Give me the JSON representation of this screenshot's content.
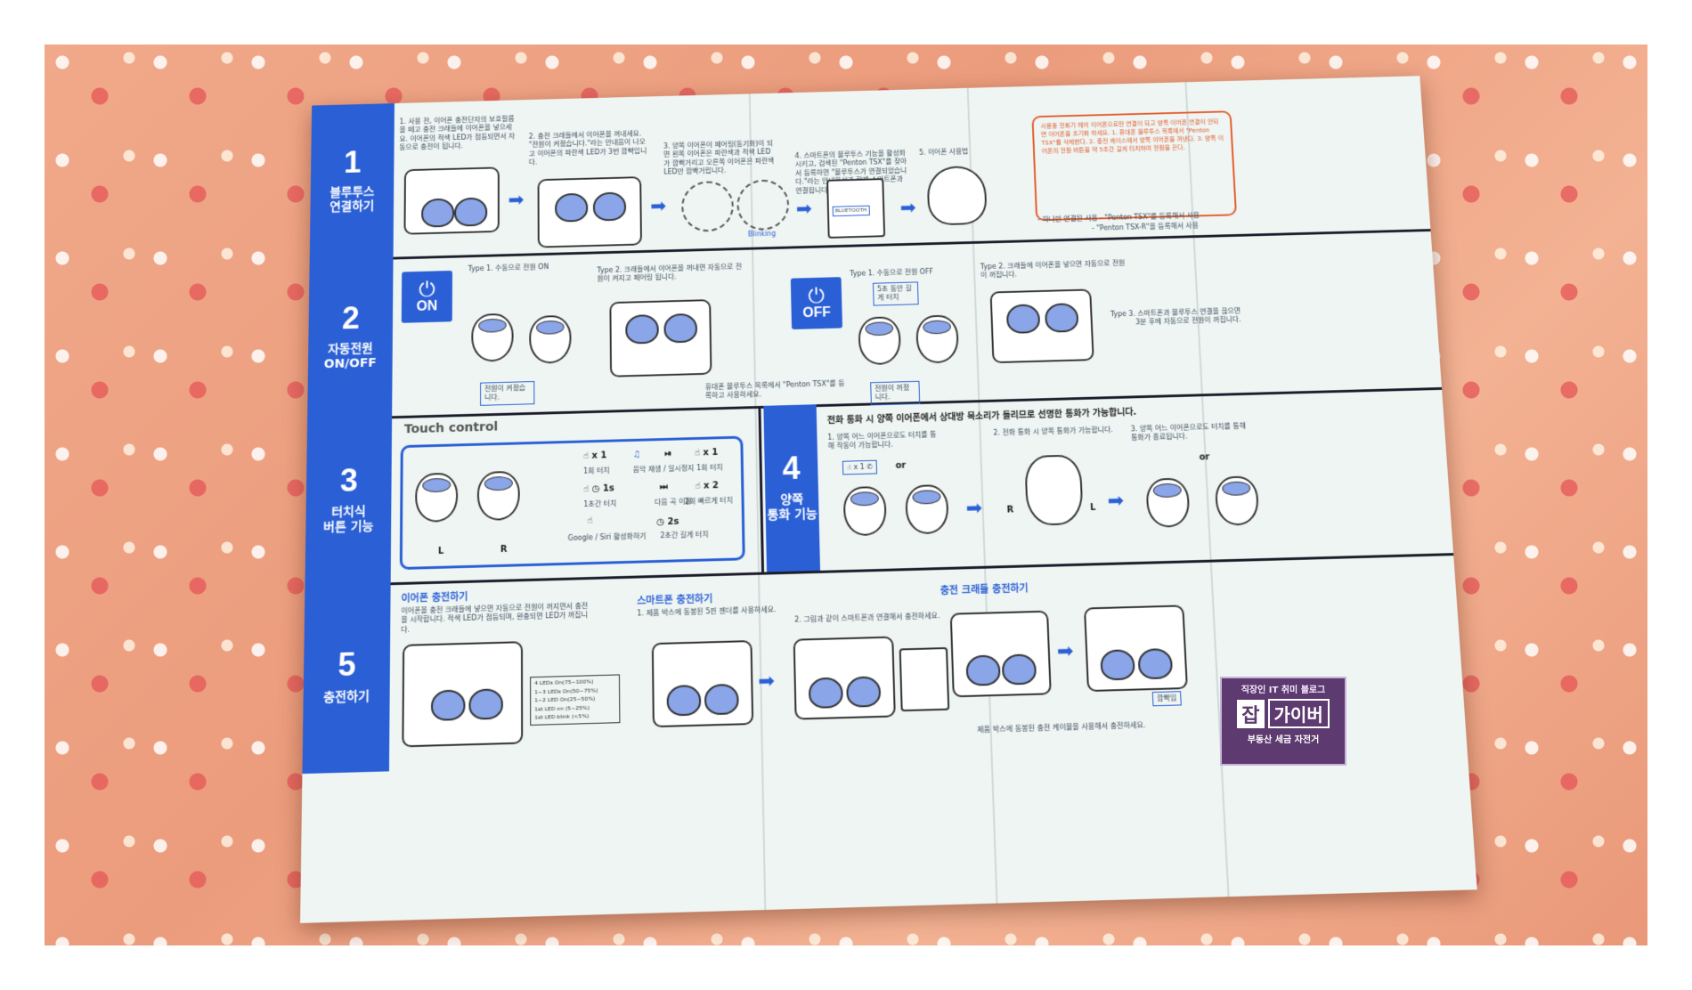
{
  "sections": [
    {
      "num": "1",
      "label": "블루투스\n연결하기"
    },
    {
      "num": "2",
      "label": "자동전원\nON/OFF"
    },
    {
      "num": "3",
      "label": "터치식\n버튼 기능"
    },
    {
      "num": "4",
      "label": "양쪽\n통화 기능"
    },
    {
      "num": "5",
      "label": "충전하기"
    }
  ],
  "s1": {
    "step1": "1. 사용 전, 이어폰 충전단자의 보호필름을 떼고 충전 크래들에 이어폰을 넣으세요. 이어폰의 적색 LED가 점등되면서 자동으로 충전이 됩니다.",
    "step2": "2. 충전 크래들에서 이어폰을 꺼내세요. \"전원이 켜졌습니다.\"라는 안내음이 나오고 이어폰의 파란색 LED가 3번 깜빡입니다.",
    "step3": "3. 양쪽 이어폰이 페어링(동기화)이 되면 왼쪽 이어폰은 파란색과 적색 LED가 깜빡거리고 오른쪽 이어폰은 파란색 LED만 깜빡거립니다.",
    "step4": "4. 스마트폰의 블루투스 기능을 활성화 시키고, 검색된 \"Penton TSX\"를 찾아서 등록하면 \"블루투스가 연결되었습니다.\"라는 안내음성과 함께 스마트폰과 연결됩니다.",
    "step5": "5. 이어폰 사용법",
    "blinking": "Blinking",
    "bt": "BLUETOOTH",
    "red_note": "사용중 전화기 헤어 이어폰으로만 연결이 되고 양쪽 이어폰 연결이 안되면 이어폰을 초기화 하세요. 1. 휴대폰 블루투스 목록에서 \"Penton TSX\"를 삭제한다. 2. 충전 케이스에서 양쪽 이어폰을 꺼낸다. 3. 양쪽 이어폰의 전원 버튼을 약 5초간 길게 터치하여 전원을 끈다.",
    "sub1": "- 하나만 연결된 사용 - \"Penton TSX\"를 등록해서 사용",
    "sub2": "- \"Penton TSX-R\"을 등록해서 사용"
  },
  "s2": {
    "on": "ON",
    "off": "OFF",
    "type1_on": "Type 1. 수동으로 전원 ON",
    "type2_on": "Type 2. 크래들에서 이어폰을 꺼내면 자동으로 전원이 켜지고 페어링 됩니다.",
    "powered_on": "전원이 켜졌습니다.",
    "note_on": "휴대폰 블루투스 목록에서 \"Penton TSX\"를 등록하고 사용하세요.",
    "type1_off": "Type 1. 수동으로 전원 OFF",
    "hold": "5초 동안 길게 터치",
    "type2_off": "Type 2. 크래들에 이어폰을 넣으면 자동으로 전원이 꺼집니다.",
    "type3_off": "Type 3. 스마트폰과 블루투스 연결을 끊으면 3분 후에 자동으로 전원이 꺼집니다.",
    "powered_off": "전원이 꺼졌니다."
  },
  "s3": {
    "title": "Touch control",
    "x1a": "x 1",
    "single_touch": "1회 터치",
    "music": "음악 재생 / 일시정지",
    "x1b": "x 1",
    "single_touch2": "1회 터치",
    "s1": "1s",
    "hold1": "1초간 터치",
    "next": "다음 곡 이동",
    "x2": "x 2",
    "double": "2회 빠르게 터치",
    "google": "Google / Siri 활성화하기",
    "s2": "2s",
    "hold2": "2초간 길게 터치",
    "L": "L",
    "R": "R"
  },
  "s4": {
    "title": "전화 통화 시 양쪽 이어폰에서 상대방 목소리가 들리므로 선명한 통화가 가능합니다.",
    "step1": "1. 양쪽 어느 이어폰으로도 터치를 통해 작동이 가능합니다.",
    "step2": "2. 전화 통화 시 양쪽 통화가 가능합니다.",
    "step3": "3. 양쪽 어느 이어폰으로도 터치를 통해 통화가 종료됩니다.",
    "or1": "or",
    "or2": "or",
    "x1": "x 1",
    "R": "R",
    "L": "L"
  },
  "s5": {
    "title1": "이어폰 충전하기",
    "desc1": "이어폰을 충전 크래들에 넣으면 자동으로 전원이 꺼지면서 충전을 시작합니다. 적색 LED가 점등되며, 완충되면 LED가 꺼집니다.",
    "title2": "스마트폰 충전하기",
    "step1": "1. 제품 박스에 동봉된 5핀 젠더를 사용하세요.",
    "step2": "2. 그림과 같이 스마트폰과 연결해서 충전하세요.",
    "title3": "충전 크래들 충전하기",
    "note": "제품 박스에 동봉된 충전 케이블을 사용해서 충전하세요.",
    "blink": "깜빡임",
    "leds": [
      "4 LEDs On(75~100%)",
      "1~3 LEDs On(50~75%)",
      "1~2 LED On(25~50%)",
      "1st LED on (5~25%)",
      "1st LED blink (<5%)"
    ]
  },
  "badge": {
    "top": "직장인 IT 취미 블로그",
    "jab": "잡",
    "gaiber": "가이버",
    "bottom": "부동산 세금 자전거"
  }
}
